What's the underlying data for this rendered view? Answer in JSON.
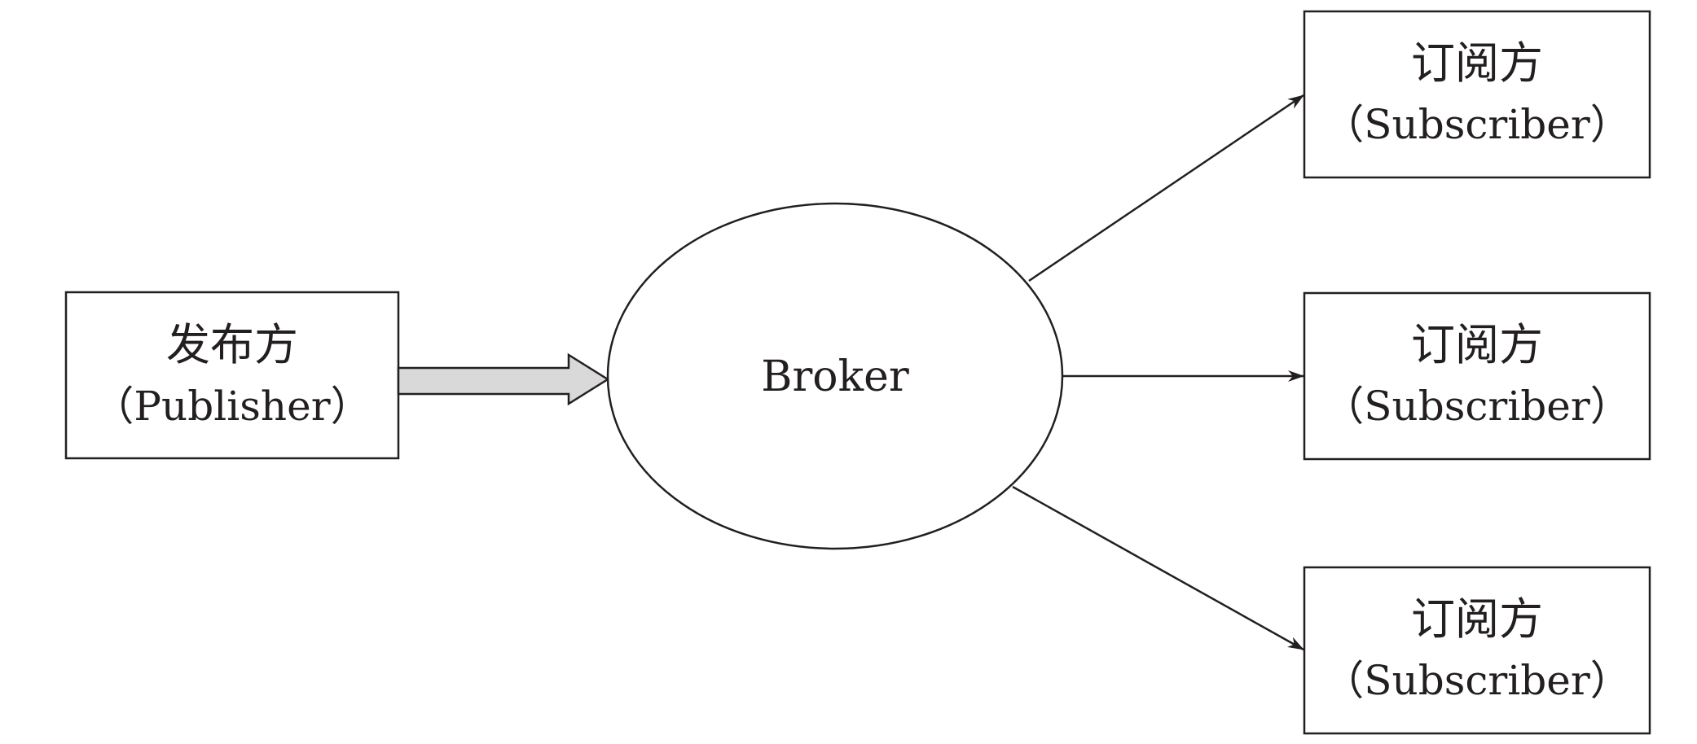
{
  "diagram": {
    "publisher": {
      "label_cn": "发布方",
      "label_en": "（Publisher）"
    },
    "broker": {
      "label": "Broker"
    },
    "subscribers": [
      {
        "label_cn": "订阅方",
        "label_en": "（Subscriber）"
      },
      {
        "label_cn": "订阅方",
        "label_en": "（Subscriber）"
      },
      {
        "label_cn": "订阅方",
        "label_en": "（Subscriber）"
      }
    ],
    "colors": {
      "stroke": "#231f20",
      "publish_arrow_fill": "#d9d9d9",
      "background": "#ffffff"
    }
  }
}
